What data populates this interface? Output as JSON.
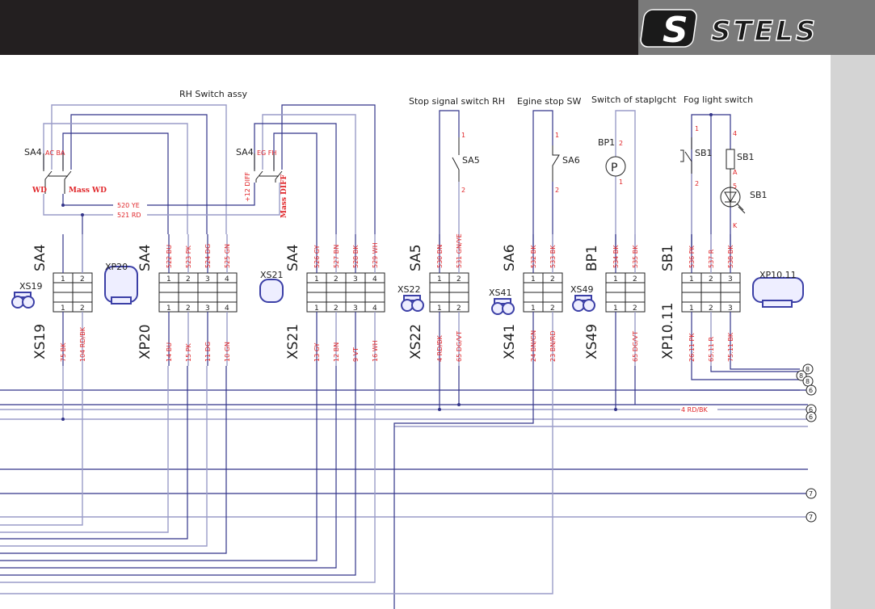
{
  "header": {
    "brand": "STELS",
    "logo_letter": "S"
  },
  "colors": {
    "header_bg": "#231f20",
    "logo_bg": "#7a7a7a",
    "sidebar_bg": "#d4d4d4",
    "wire_dark": "#33358a",
    "wire_light": "#9a9cc8",
    "label_red": "#e0262a"
  },
  "titles": {
    "rh_switch": "RH Switch assy",
    "stop_signal": "Stop signal switch RH",
    "engine_stop": "Egine stop SW",
    "stoplight": "Switch of staplgcht",
    "fog": "Fog light switch"
  },
  "switches": {
    "sa4_left": {
      "ref": "SA4",
      "pins": "AC BA",
      "left_label": "WD",
      "right_label": "Mass WD"
    },
    "sa4_right": {
      "ref": "SA4",
      "pins": "EG FH",
      "left_label": "+12 DIFF",
      "right_label": "Mass DIFF"
    },
    "sa5": {
      "ref": "SA5",
      "pin_top": "1",
      "pin_bottom": "2"
    },
    "sa6": {
      "ref": "SA6",
      "pin_top": "1",
      "pin_bottom": "2"
    },
    "bp1": {
      "ref": "BP1",
      "symbol": "P",
      "pin_top": "2",
      "pin_bottom": "1"
    },
    "sb1": {
      "ref": "SB1",
      "pin1": "1",
      "pin2": "2",
      "pin4": "4",
      "pinA": "A",
      "pin5": "5",
      "pinK": "K"
    }
  },
  "bus_labels": {
    "w520": "520 YE",
    "w521": "521 RD",
    "w4": "4  RD/BK"
  },
  "connectors": [
    {
      "top_ref": "SA4",
      "bottom_ref": "XS19",
      "plug": "XS19",
      "pins": [
        "1",
        "2"
      ],
      "top_wires": [],
      "bottom_wires": [
        "75 BK",
        "104 RD/BK"
      ]
    },
    {
      "top_ref": "SA4",
      "bottom_ref": "XP20",
      "plug": "XP20",
      "pins": [
        "1",
        "2",
        "3",
        "4"
      ],
      "top_wires": [
        "522 BU",
        "523 PK",
        "524 DG",
        "525 GN"
      ],
      "bottom_wires": [
        "14 BU",
        "15 PK",
        "11 DG",
        "10 GN"
      ]
    },
    {
      "top_ref": "SA4",
      "bottom_ref": "XS21",
      "plug": "XS21",
      "pins": [
        "1",
        "2",
        "3",
        "4"
      ],
      "top_wires": [
        "526 GY",
        "527 BN",
        "528 BK",
        "529 WH"
      ],
      "bottom_wires": [
        "13 GY",
        "12 BN",
        "9 VT",
        "16 WH"
      ]
    },
    {
      "top_ref": "SA5",
      "bottom_ref": "XS22",
      "plug": "XS22",
      "pins": [
        "1",
        "2"
      ],
      "top_wires": [
        "530 BN",
        "531 GN/YE"
      ],
      "bottom_wires": [
        "4 RD/BK",
        "65 DG/VT"
      ]
    },
    {
      "top_ref": "SA6",
      "bottom_ref": "XS41",
      "plug": "XS41",
      "pins": [
        "1",
        "2"
      ],
      "top_wires": [
        "532 BK",
        "533 BK"
      ],
      "bottom_wires": [
        "24 BN/GN",
        "23 BN/RD"
      ]
    },
    {
      "top_ref": "BP1",
      "bottom_ref": "XS49",
      "plug": "XS49",
      "pins": [
        "1",
        "2"
      ],
      "top_wires": [
        "534 BK",
        "535 BK"
      ],
      "bottom_wires": [
        "",
        "65 DG/VT"
      ]
    },
    {
      "top_ref": "SB1",
      "bottom_ref": "XP10.11",
      "plug": "XP10.11",
      "pins": [
        "1",
        "2",
        "3"
      ],
      "top_wires": [
        "536 PK",
        "537 R",
        "538 BK"
      ],
      "bottom_wires": [
        "26.11 PK",
        "65.11 R",
        "75.11 BK"
      ]
    }
  ],
  "offpage_refs": [
    "8",
    "8",
    "8",
    "6",
    "6",
    "6",
    "7",
    "7"
  ]
}
